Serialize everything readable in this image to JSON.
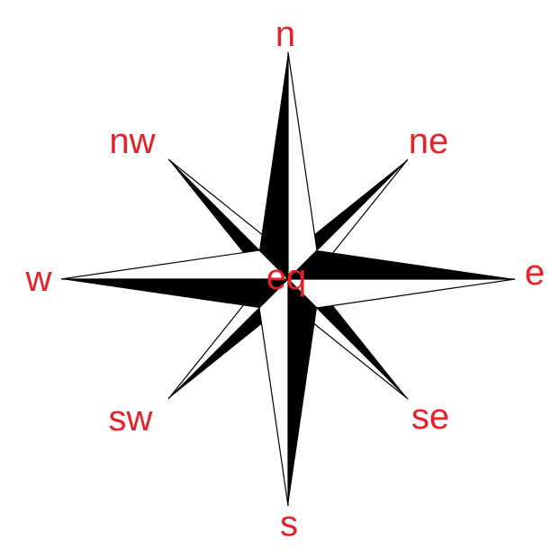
{
  "labels": {
    "n": "n",
    "ne": "ne",
    "e": "e",
    "se": "se",
    "s": "s",
    "sw": "sw",
    "w": "w",
    "nw": "nw",
    "center": "eq"
  },
  "colors": {
    "label": "#e8202a",
    "ink": "#000000",
    "paper": "#ffffff"
  }
}
